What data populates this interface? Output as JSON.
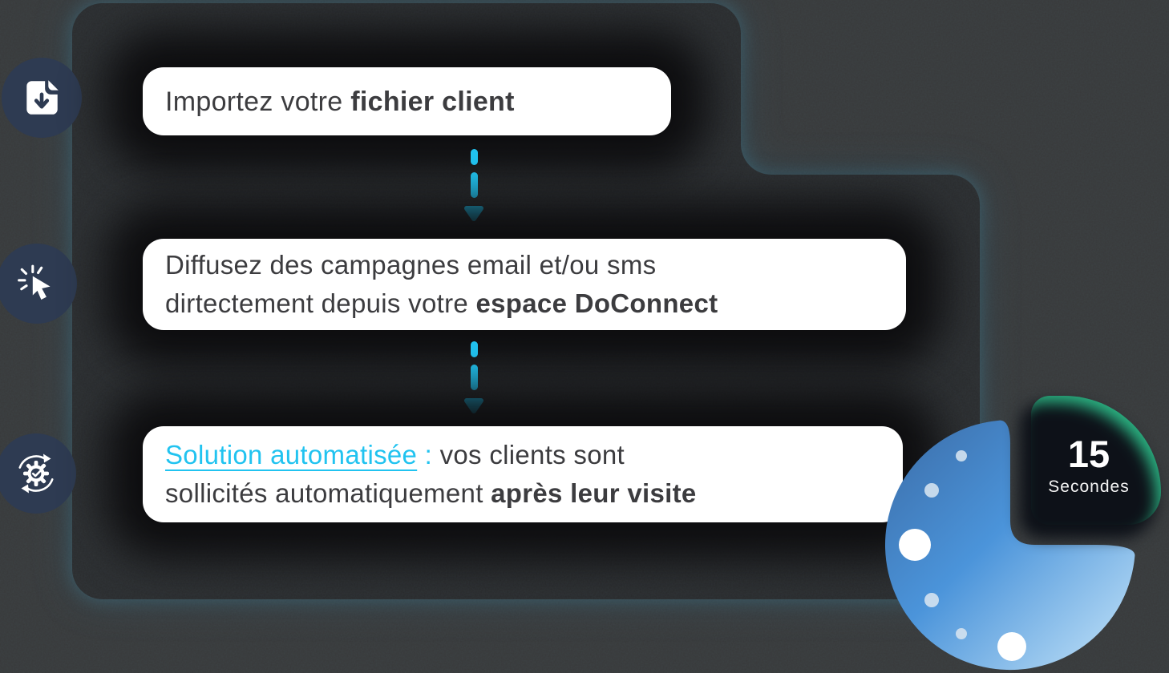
{
  "palette": {
    "background": "#38393a",
    "container": "#2b2c2e",
    "icon_circle_navy": "#2e3b52",
    "accent_cyan": "#21c3f0",
    "badge_green": "#2bb181",
    "clock_blue_dark": "#3b6ca7",
    "clock_blue_light": "#c6e5f9",
    "card_text": "#3c3c3f",
    "card_background": "#ffffff"
  },
  "steps": [
    {
      "icon": "file-download-icon",
      "lines": [
        [
          {
            "text": "Importez votre ",
            "style": "regular"
          },
          {
            "text": "fichier client",
            "style": "bold"
          }
        ]
      ]
    },
    {
      "icon": "cursor-click-icon",
      "lines": [
        [
          {
            "text": "Diffusez des campagnes email et/ou sms",
            "style": "regular"
          }
        ],
        [
          {
            "text": "dirtectement depuis votre ",
            "style": "regular"
          },
          {
            "text": "espace DoConnect",
            "style": "bold"
          }
        ]
      ]
    },
    {
      "icon": "automation-gear-icon",
      "lines": [
        [
          {
            "text": "Solution automatisée",
            "style": "link"
          },
          {
            "text": " : ",
            "style": "accent"
          },
          {
            "text": "vos clients sont",
            "style": "regular"
          }
        ],
        [
          {
            "text": "sollicités automatiquement ",
            "style": "regular"
          },
          {
            "text": "après leur visite",
            "style": "bold"
          }
        ]
      ]
    }
  ],
  "timer_badge": {
    "value": "15",
    "unit": "Secondes"
  }
}
